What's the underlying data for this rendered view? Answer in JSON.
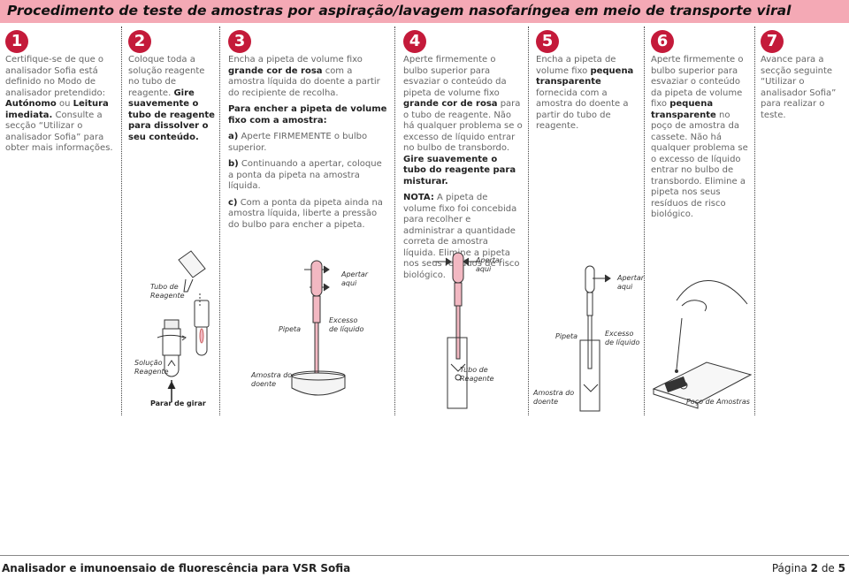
{
  "title": "Procedimento de teste de amostras por aspiração/lavagem nasofaríngea em meio de transporte viral",
  "steps": [
    {
      "num": "1",
      "parts": [
        {
          "t": "Certifique-se de que o analisador Sofia está definido no Modo de analisador pretendido: ",
          "b": false
        },
        {
          "t": "Autónomo",
          "b": true
        },
        {
          "t": " ou ",
          "b": false
        },
        {
          "t": "Leitura imediata.",
          "b": true
        },
        {
          "t": " Consulte a secção “Utilizar o analisador Sofia” para obter mais informações.",
          "b": false
        }
      ]
    },
    {
      "num": "2",
      "parts": [
        {
          "t": "Coloque toda a solução reagente no tubo de reagente. ",
          "b": false
        },
        {
          "t": "Gire suavemente o tubo de reagente para dissolver o seu conteúdo.",
          "b": true
        }
      ]
    },
    {
      "num": "3",
      "intro": [
        {
          "t": "Encha a pipeta de volume fixo ",
          "b": false
        },
        {
          "t": "grande cor de rosa",
          "b": true
        },
        {
          "t": " com a amostra líquida do doente a partir do recipiente de recolha.",
          "b": false
        }
      ],
      "sub_heading": "Para encher a pipeta de volume fixo com a amostra:",
      "items": [
        {
          "label": "a)",
          "text": "Aperte FIRMEMENTE o bulbo superior."
        },
        {
          "label": "b)",
          "text": "Continuando a apertar, coloque a ponta da pipeta na amostra líquida."
        },
        {
          "label": "c)",
          "text": "Com a ponta da pipeta ainda na amostra líquida, liberte a pressão do bulbo para encher a pipeta."
        }
      ]
    },
    {
      "num": "4",
      "parts": [
        {
          "t": "Aperte firmemente o bulbo superior para esvaziar o conteúdo da pipeta de volume fixo ",
          "b": false
        },
        {
          "t": "grande cor de rosa",
          "b": true
        },
        {
          "t": " para o tubo de reagente. Não há qualquer problema se o excesso de líquido entrar no bulbo de transbordo. ",
          "b": false
        },
        {
          "t": "Gire suavemente o tubo do reagente para misturar.",
          "b": true
        }
      ],
      "note_label": "NOTA:",
      "note": " A pipeta de volume fixo foi concebida para recolher e administrar a quantidade correta de amostra líquida. Elimine a pipeta nos seus resíduos de risco biológico."
    },
    {
      "num": "5",
      "parts": [
        {
          "t": "Encha a pipeta de volume fixo ",
          "b": false
        },
        {
          "t": "pequena transparente",
          "b": true
        },
        {
          "t": " fornecida com a amostra do doente a partir do tubo de reagente.",
          "b": false
        }
      ]
    },
    {
      "num": "6",
      "parts": [
        {
          "t": "Aperte firmemente o bulbo superior para esvaziar o conteúdo da pipeta de volume fixo ",
          "b": false
        },
        {
          "t": "pequena transparente",
          "b": true
        },
        {
          "t": " no poço de amostra da cassete. Não há qualquer problema se o excesso de líquido entrar no bulbo de transbordo. Elimine a pipeta nos seus resíduos de risco biológico.",
          "b": false
        }
      ]
    },
    {
      "num": "7",
      "parts": [
        {
          "t": "Avance para a secção seguinte “Utilizar o analisador Sofia” para realizar o teste.",
          "b": false
        }
      ]
    }
  ],
  "captions": {
    "tubo_reagente": "Tubo de\nReagente",
    "solucao_reagente": "Solução\nReagente",
    "parar_girar": "Parar de girar",
    "pipeta": "Pipeta",
    "apertar_aqui": "Apertar\naqui",
    "excesso_liquido": "Excesso\nde líquido",
    "amostra_doente": "Amostra do\ndoente",
    "poco_amostras": "Poço de Amostras"
  },
  "footer": {
    "left": "Analisador e imunoensaio de fluorescência para VSR Sofia",
    "right_prefix": "Página ",
    "page": "2",
    "right_mid": " de ",
    "total": "5"
  },
  "colors": {
    "accent": "#c41a3a",
    "title_bg": "#f4a9b5",
    "pipette_pink": "#f2b8c2"
  }
}
